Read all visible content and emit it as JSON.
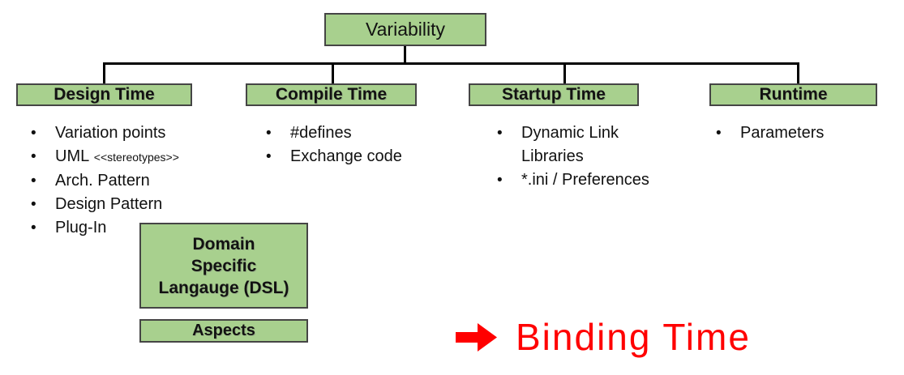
{
  "title_box": {
    "label": "Variability"
  },
  "branches": [
    {
      "label": "Design Time",
      "items": [
        {
          "text": "Variation points"
        },
        {
          "text": "UML",
          "small": "<<stereotypes>>"
        },
        {
          "text": "Arch. Pattern"
        },
        {
          "text": "Design Pattern"
        },
        {
          "text": "Plug-In"
        }
      ]
    },
    {
      "label": "Compile Time",
      "items": [
        {
          "text": "#defines"
        },
        {
          "text": "Exchange code"
        }
      ]
    },
    {
      "label": "Startup Time",
      "items": [
        {
          "text": "Dynamic Link Libraries"
        },
        {
          "text": "*.ini / Preferences"
        }
      ]
    },
    {
      "label": "Runtime",
      "items": [
        {
          "text": "Parameters"
        }
      ]
    }
  ],
  "dsl_box": {
    "line1": "Domain",
    "line2": "Specific",
    "line3": "Langauge (DSL)"
  },
  "aspects_box": {
    "label": "Aspects"
  },
  "callout": {
    "label": "Binding Time",
    "arrow_icon": "right-arrow",
    "color": "#ff0000"
  },
  "bullet_char": "•",
  "colors": {
    "box_fill": "#a8d08e",
    "box_border": "#454545",
    "connector": "#000000",
    "accent_red": "#ff0000",
    "background": "#ffffff"
  }
}
